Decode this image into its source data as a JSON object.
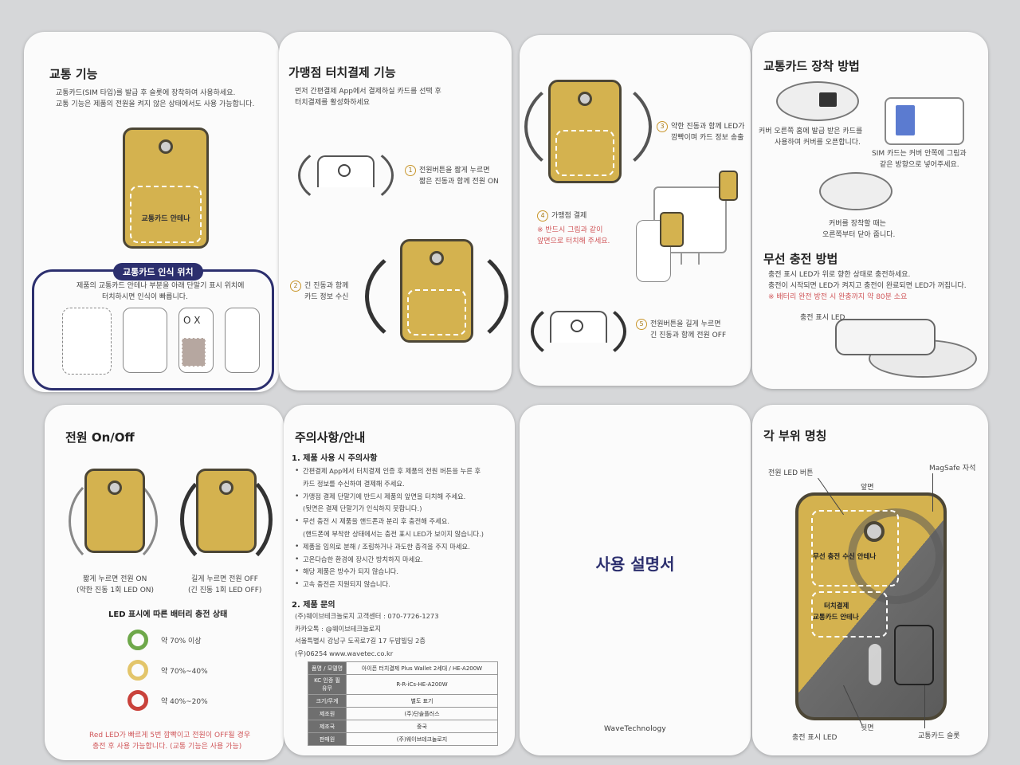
{
  "p1": {
    "title": "교통 기능",
    "desc1": "교통카드(SIM 타입)를 발급 후 슬롯에 장착하여 사용하세요.",
    "desc2": "교통 기능은 제품의 전원을 켜지 않은 상태에서도 사용 가능합니다.",
    "antenna": "교통카드 안테나",
    "pill": "교통카드 인식 위치",
    "box1": "제품의 교통카드 안테나 부분을 아래 단말기 표시 위치에",
    "box2": "터치하시면 인식이 빠릅니다.",
    "ox": "O X"
  },
  "p2": {
    "title": "가맹점 터치결제 기능",
    "desc1": "먼저 간편결제 App에서 결제하실 카드를 선택 후",
    "desc2": "터치결제를 활성화하세요",
    "s1num": "1",
    "s1a": "전원버튼을 짧게 누르면",
    "s1b": "짧은 진동과 함께 전원 ON",
    "s2num": "2",
    "s2a": "긴 진동과 함께",
    "s2b": "카드 정보 수신"
  },
  "p3": {
    "s3num": "3",
    "s3a": "약한 진동과 함께 LED가",
    "s3b": "깜빡이며 카드 정보 송출",
    "s4num": "4",
    "s4a": "가맹점 결제",
    "s4b": "※ 반드시 그림과 같이",
    "s4c": "앞면으로 터치해 주세요.",
    "s5num": "5",
    "s5a": "전원버튼을 길게 누르면",
    "s5b": "긴 진동과 함께 전원 OFF"
  },
  "p4": {
    "title": "교통카드 장착 방법",
    "c1a": "커버 오른쪽 홈에 발급 받은 카드를",
    "c1b": "사용하여 커버를 오픈합니다.",
    "c2a": "SIM 카드는 커버 안쪽에 그림과",
    "c2b": "같은 방향으로 넣어주세요.",
    "c3a": "커버를 장착할 때는",
    "c3b": "오른쪽부터 닫아 줍니다.",
    "title2": "무선 충전 방법",
    "w1": "충전 표시 LED가 위로 향한 상태로 충전하세요.",
    "w2": "충전이 시작되면 LED가 켜지고 충전이 완료되면 LED가 꺼집니다.",
    "w3": "※ 배터리 완전 방전 시 완충까지 약 80분 소요",
    "led": "충전 표시 LED"
  },
  "p5": {
    "title": "전원 On/Off",
    "on1": "짧게 누르면 전원 ON",
    "on2": "(약한 진동 1회 LED ON)",
    "off1": "길게 누르면 전원 OFF",
    "off2": "(긴 진동 1회 LED OFF)",
    "ledTitle": "LED 표시에 따른 배터리 충전 상태",
    "leds": [
      {
        "label": "약 70% 이상",
        "color": "#6ea84a"
      },
      {
        "label": "약 70%~40%",
        "color": "#e3c56a"
      },
      {
        "label": "약 40%~20%",
        "color": "#c9423b"
      }
    ],
    "note1": "Red LED가 빠르게 5번 깜빡이고 전원이 OFF될 경우",
    "note2": "충전 후 사용 가능합니다. (교통 기능은 사용 가능)"
  },
  "p6": {
    "title": "주의사항/안내",
    "sec1": "1. 제품 사용 시 주의사항",
    "items": [
      "간편결제 App에서 터치결제 인증 후 제품의 전원 버튼을 누른 후",
      "카드 정보를 수신하여 결제해 주세요.",
      "가맹점 결제 단말기에 반드시 제품의 앞면을 터치해 주세요.",
      "(뒷면은 결제 단말기가 인식하지 못합니다.)",
      "무선 충전 시 제품을 핸드폰과 분리 후 충전해 주세요.",
      "(핸드폰에 부착한 상태에서는 충전 표시 LED가 보이지 않습니다.)",
      "제품을 임의로 분해 / 조립하거나 과도한 충격을 주지 마세요.",
      "고온다습한 환경에 장시간 방치하지 마세요.",
      "해당 제품은 방수가 되지 않습니다.",
      "고속 충전은 지원되지 않습니다."
    ],
    "sec2": "2. 제품 문의",
    "contact": [
      "(주)웨이브테크놀로지 고객센터 : 070-7726-1273",
      "카카오톡 : @웨이브테크놀로지",
      "서울특별시 강남구 도곡로7길 17 두밥빌딩 2층",
      "(우)06254 www.wavetec.co.kr"
    ],
    "spec": [
      {
        "k": "품명 / 모델명",
        "v": "아이픈 터치결제 Plus Wallet 2세대 / HE-A200W"
      },
      {
        "k": "KC 인증 필 유무",
        "v": "R-R-iCs-HE-A200W"
      },
      {
        "k": "크기/무게",
        "v": "별도 표기"
      },
      {
        "k": "제조원",
        "v": "(주)단솔플러스"
      },
      {
        "k": "제조국",
        "v": "중국"
      },
      {
        "k": "판매원",
        "v": "(주)웨이브테크놀로지"
      }
    ]
  },
  "p7": {
    "title": "사용 설명서",
    "brand": "WaveTechnology"
  },
  "p8": {
    "title": "각 부위 명칭",
    "power": "전원 LED 버튼",
    "magsafe": "MagSafe 자석",
    "front": "앞면",
    "wireless": "무선 충전 수신 안테나",
    "touch1": "터치결제",
    "touch2": "교통카드 안테나",
    "back": "뒷면",
    "led": "충전 표시 LED",
    "slot": "교통카드 슬롯"
  }
}
